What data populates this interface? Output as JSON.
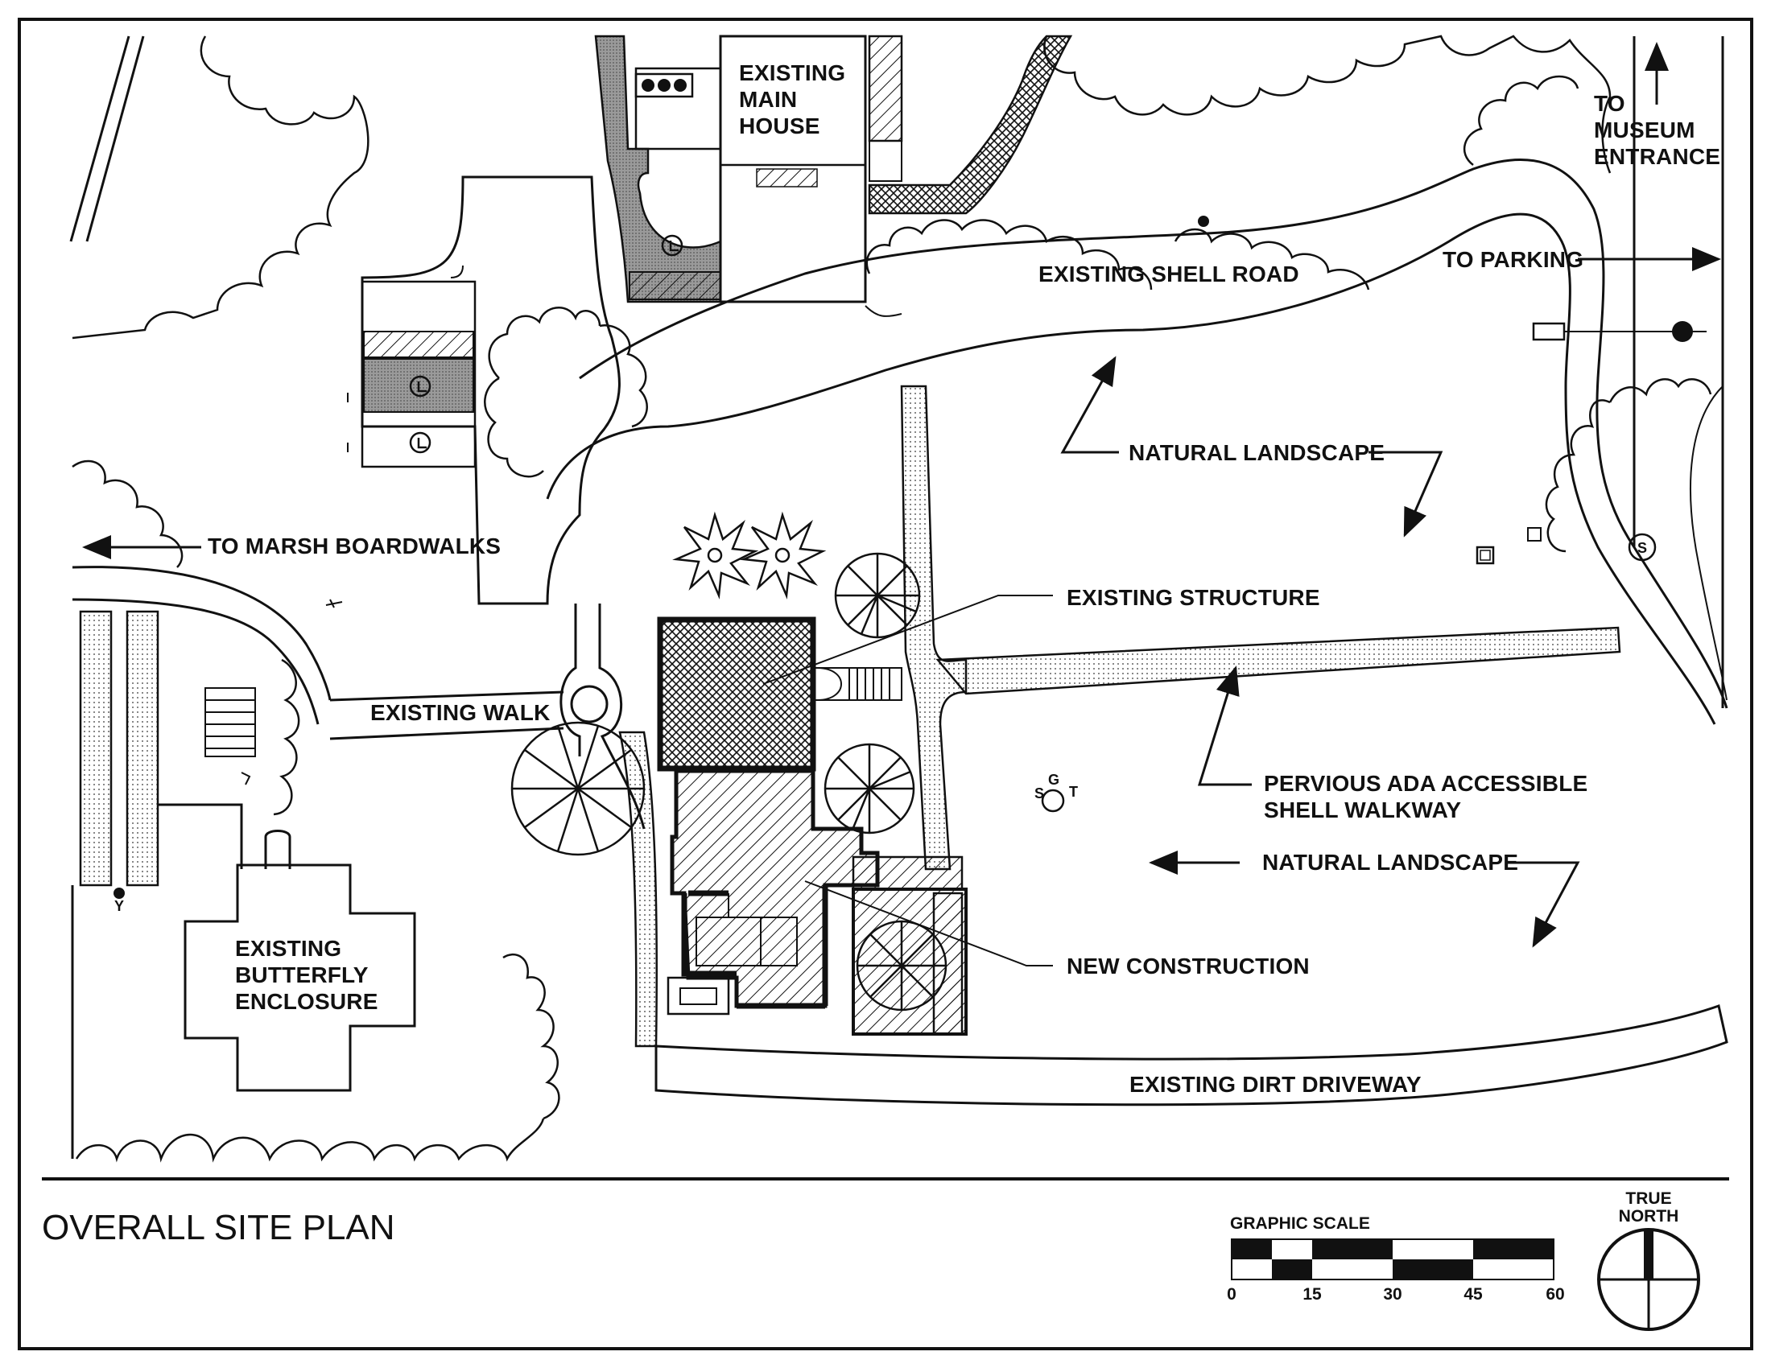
{
  "title": "OVERALL SITE PLAN",
  "labels": {
    "main_house": [
      "EXISTING",
      "MAIN",
      "HOUSE"
    ],
    "museum_entrance": [
      "TO",
      "MUSEUM",
      "ENTRANCE"
    ],
    "to_parking": "TO PARKING",
    "shell_road": "EXISTING SHELL ROAD",
    "natural_landscape_top": "NATURAL LANDSCAPE",
    "natural_landscape_bottom": "NATURAL LANDSCAPE",
    "marsh_boardwalks": "TO MARSH BOARDWALKS",
    "existing_structure": "EXISTING STRUCTURE",
    "existing_walk": "EXISTING WALK",
    "pervious_walkway": [
      "PERVIOUS ADA ACCESSIBLE",
      "SHELL WALKWAY"
    ],
    "new_construction": "NEW CONSTRUCTION",
    "butterfly_enclosure": [
      "EXISTING",
      "BUTTERFLY",
      "ENCLOSURE"
    ],
    "dirt_driveway": "EXISTING DIRT DRIVEWAY",
    "sgt": [
      "S",
      "G",
      "T"
    ],
    "s_marker": "S",
    "y_marker": "Y"
  },
  "scale": {
    "label": "GRAPHIC SCALE",
    "ticks": [
      "0",
      "15",
      "30",
      "45",
      "60"
    ]
  },
  "north": {
    "label": [
      "TRUE",
      "NORTH"
    ]
  },
  "icons": [
    "accessible-parking-icon",
    "north-arrow-icon",
    "tree-icon",
    "shrub-icon",
    "fire-hydrant-icon"
  ]
}
